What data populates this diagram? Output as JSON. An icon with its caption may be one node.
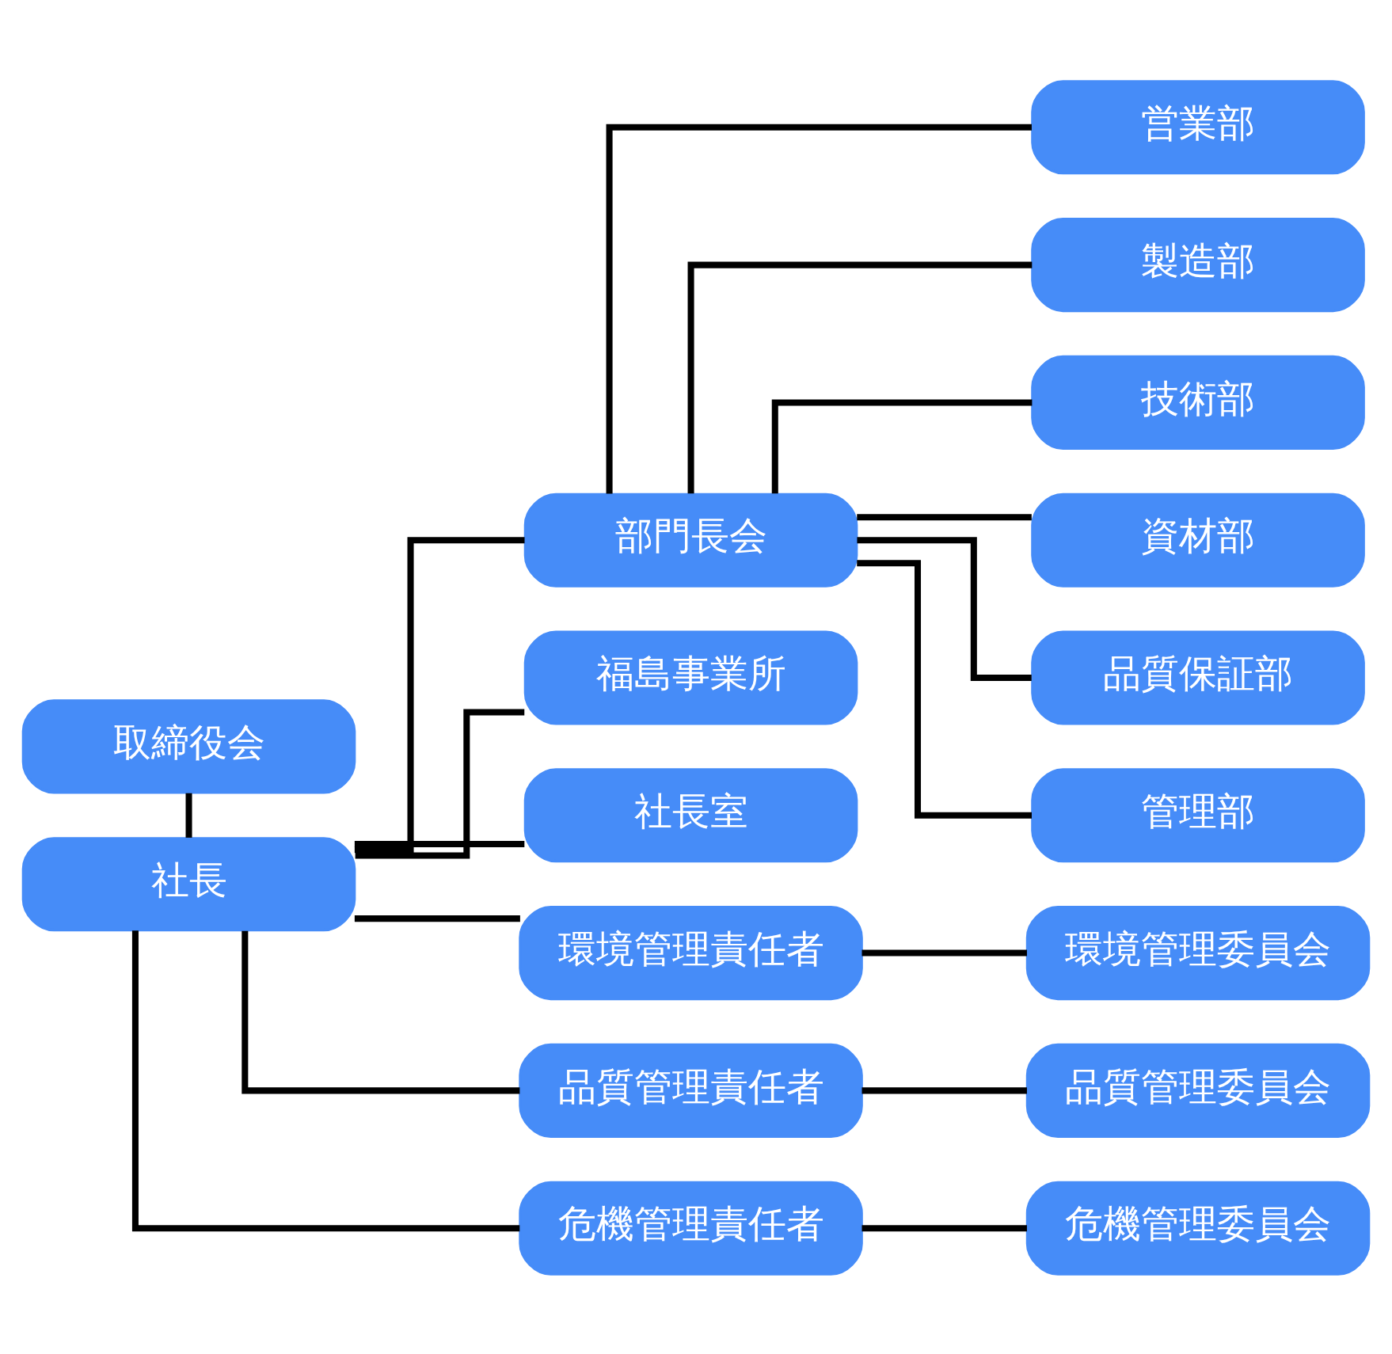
{
  "diagram": {
    "nodes": [
      {
        "text": [
          "取締役会"
        ]
      },
      {
        "text": [
          "社長"
        ]
      },
      {
        "text": [
          "部門長会"
        ]
      },
      {
        "text": [
          "営業部"
        ]
      },
      {
        "text": [
          "製造部"
        ]
      },
      {
        "text": [
          "技術部"
        ]
      },
      {
        "text": [
          "資材部"
        ]
      },
      {
        "text": [
          "品質保証部"
        ]
      },
      {
        "text": [
          "管理部"
        ]
      },
      {
        "text": [
          "福島事業所"
        ]
      },
      {
        "text": [
          "社長室"
        ]
      },
      {
        "text": [
          "環境管理責任者"
        ]
      },
      {
        "text": [
          "環境管理委員会"
        ]
      },
      {
        "text": [
          "品質管理責任者"
        ]
      },
      {
        "text": [
          "品質管理委員会"
        ]
      },
      {
        "text": [
          "危機管理責任者"
        ]
      },
      {
        "text": [
          "危機管理委員会"
        ]
      }
    ],
    "edges": [
      {
        "from": 0,
        "to": 1,
        "arrow": "none"
      },
      {
        "from": 1,
        "to": 2,
        "arrow": "none"
      },
      {
        "from": 2,
        "to": 3,
        "arrow": "none"
      },
      {
        "from": 2,
        "to": 4,
        "arrow": "none"
      },
      {
        "from": 2,
        "to": 5,
        "arrow": "none"
      },
      {
        "from": 2,
        "to": 6,
        "arrow": "none"
      },
      {
        "from": 2,
        "to": 7,
        "arrow": "none"
      },
      {
        "from": 2,
        "to": 8,
        "arrow": "none"
      },
      {
        "from": 1,
        "to": 9,
        "arrow": "none"
      },
      {
        "from": 1,
        "to": 10,
        "arrow": "none"
      },
      {
        "from": 1,
        "to": 11,
        "arrow": "none"
      },
      {
        "from": 11,
        "to": 12,
        "arrow": "none"
      },
      {
        "from": 1,
        "to": 13,
        "arrow": "none"
      },
      {
        "from": 13,
        "to": 14,
        "arrow": "none"
      },
      {
        "from": 1,
        "to": 15,
        "arrow": "none"
      },
      {
        "from": 15,
        "to": 16,
        "arrow": "none"
      }
    ]
  }
}
